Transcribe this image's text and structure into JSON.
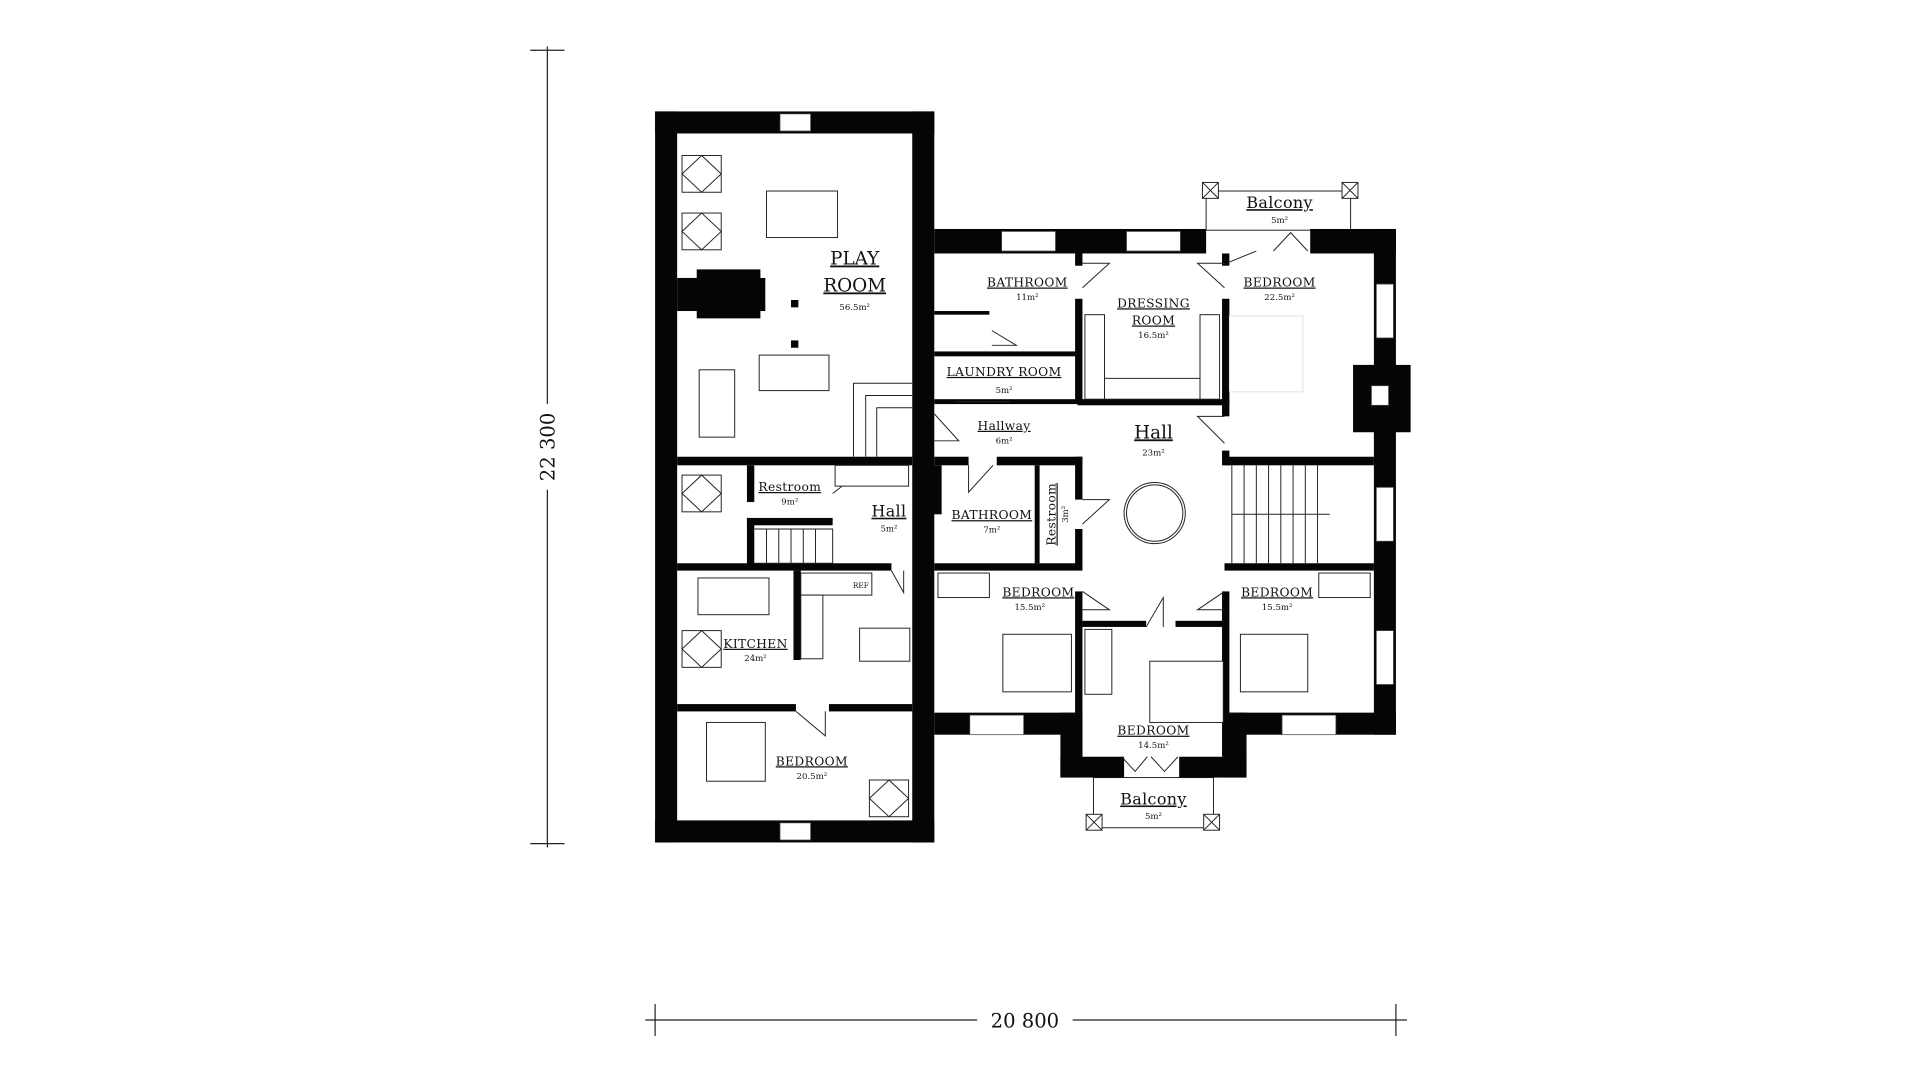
{
  "dimensions": {
    "height_label": "22 300",
    "width_label": "20 800"
  },
  "rooms": {
    "play_room": {
      "name_line1": "PLAY",
      "name_line2": "ROOM",
      "area": "56.5m²"
    },
    "restroom_left": {
      "name": "Restroom",
      "area": "9m²"
    },
    "hall_small": {
      "name": "Hall",
      "area": "5m²"
    },
    "kitchen": {
      "name": "KITCHEN",
      "area": "24m²",
      "fridge": "REF"
    },
    "bedroom_left": {
      "name": "BEDROOM",
      "area": "20.5m²"
    },
    "bathroom_top": {
      "name": "BATHROOM",
      "area": "11m²"
    },
    "laundry": {
      "name": "LAUNDRY ROOM",
      "area": "5m²"
    },
    "dressing": {
      "name_line1": "DRESSING",
      "name_line2": "ROOM",
      "area": "16.5m²"
    },
    "bedroom_master": {
      "name": "BEDROOM",
      "area": "22.5m²"
    },
    "balcony_top": {
      "name": "Balcony",
      "area": "5m²"
    },
    "hallway": {
      "name": "Hallway",
      "area": "6m²"
    },
    "hall_main": {
      "name": "Hall",
      "area": "23m²"
    },
    "bathroom_mid": {
      "name": "BATHROOM",
      "area": "7m²"
    },
    "restroom_mid": {
      "name": "Restroom",
      "area": "3m²"
    },
    "bedroom_sw": {
      "name": "BEDROOM",
      "area": "15.5m²"
    },
    "bedroom_se": {
      "name": "BEDROOM",
      "area": "15.5m²"
    },
    "bedroom_s": {
      "name": "BEDROOM",
      "area": "14.5m²"
    },
    "balcony_bottom": {
      "name": "Balcony",
      "area": "5m²"
    }
  }
}
